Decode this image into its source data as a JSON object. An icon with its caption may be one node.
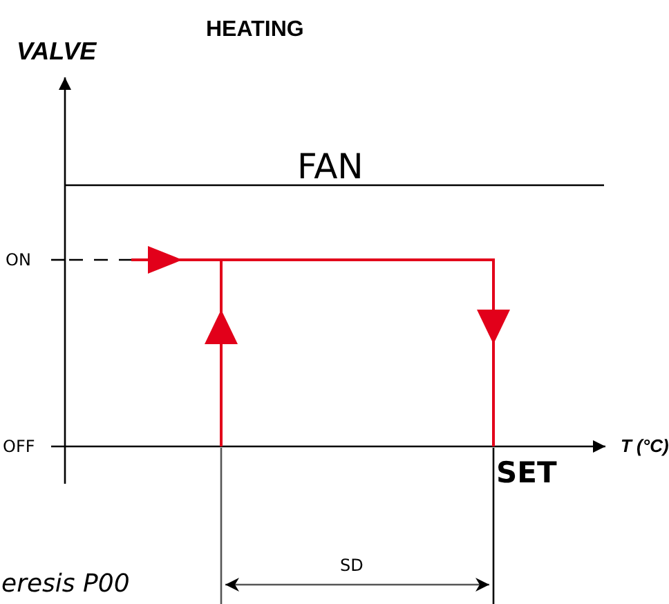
{
  "diagram": {
    "title": "HEATING",
    "labels": [
      "VALVE",
      "FAN",
      "ON",
      "OFF",
      "T (°C)",
      "SET",
      "SD",
      "eresis P00"
    ]
  }
}
